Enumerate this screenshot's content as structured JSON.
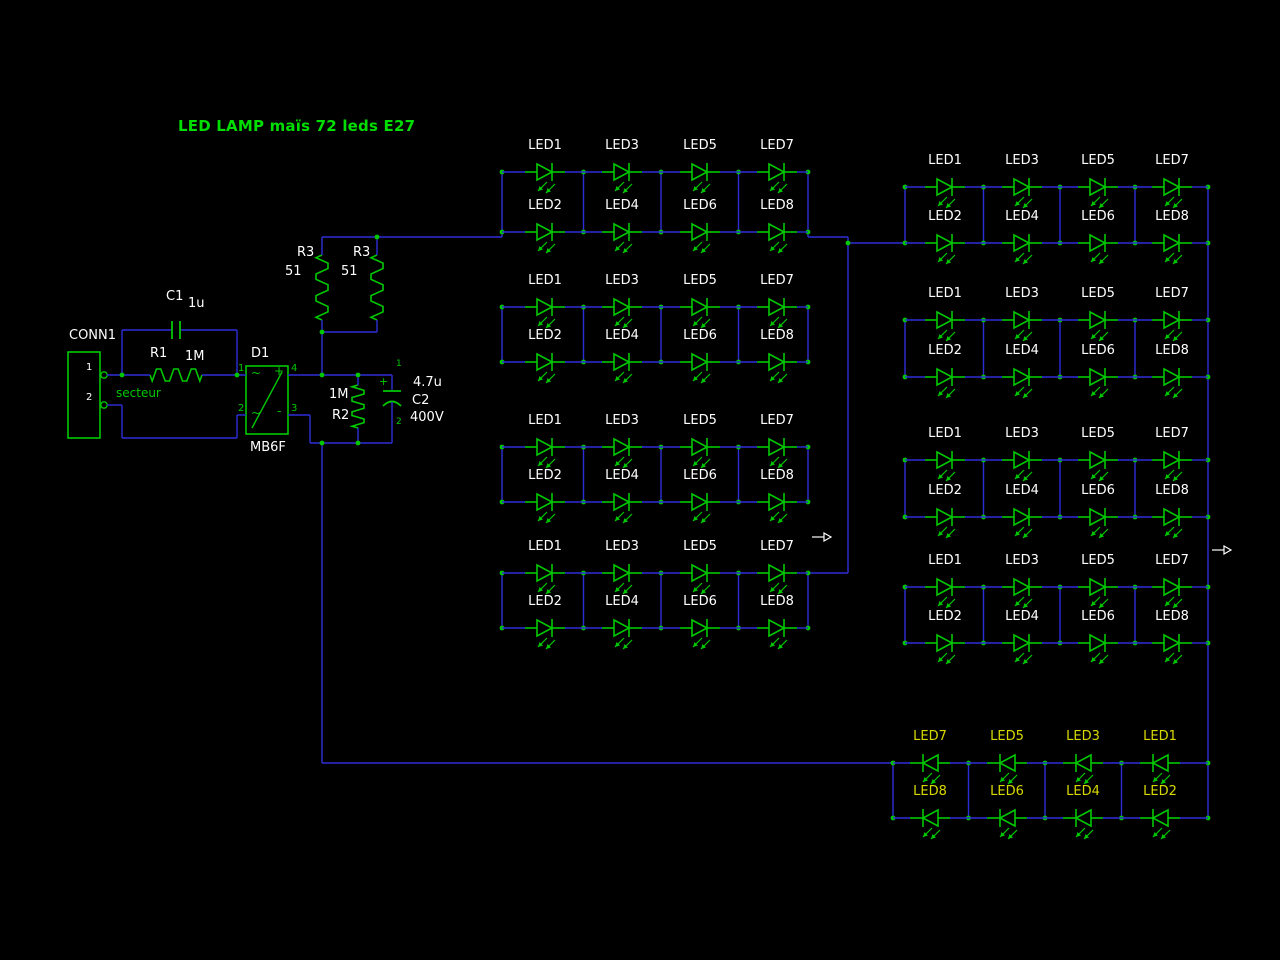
{
  "title": {
    "text": "LED LAMP maïs 72 leds E27"
  },
  "colors": {
    "background": "#000000",
    "wire": "#2d2dd8",
    "component": "#00c800",
    "label_white": "#ffffff",
    "label_yellow": "#d8d800",
    "title_green": "#00dd00"
  },
  "power_section": {
    "connector": {
      "ref": "CONN1",
      "pin1": "1",
      "pin2": "2",
      "net_label": "secteur"
    },
    "c1": {
      "ref": "C1",
      "value": "1u"
    },
    "r1": {
      "ref": "R1",
      "value": "1M"
    },
    "bridge": {
      "ref": "D1",
      "value": "MB6F",
      "pin1": "1",
      "pin2": "2",
      "pin3": "3",
      "pin4": "4",
      "ac1": "~",
      "ac2": "~",
      "plus": "+",
      "minus": "-"
    },
    "r3a": {
      "ref": "R3",
      "value": "51"
    },
    "r3b": {
      "ref": "R3",
      "value": "51"
    },
    "r2": {
      "ref": "R2",
      "value": "1M"
    },
    "c2": {
      "ref": "C2",
      "value": "4.7u",
      "rating": "400V",
      "plus": "+",
      "pin1": "1",
      "pin2": "2"
    }
  },
  "led_labels": {
    "std_top": [
      "LED1",
      "LED3",
      "LED5",
      "LED7"
    ],
    "std_bottom": [
      "LED2",
      "LED4",
      "LED6",
      "LED8"
    ],
    "rev_top": [
      "LED7",
      "LED5",
      "LED3",
      "LED1"
    ],
    "rev_bottom": [
      "LED8",
      "LED6",
      "LED4",
      "LED2"
    ]
  },
  "blocks": [
    {
      "set": "std",
      "color": "white"
    },
    {
      "set": "std",
      "color": "white"
    },
    {
      "set": "std",
      "color": "white"
    },
    {
      "set": "std",
      "color": "white"
    },
    {
      "set": "std",
      "color": "white"
    },
    {
      "set": "std",
      "color": "white"
    },
    {
      "set": "std",
      "color": "white"
    },
    {
      "set": "std",
      "color": "white"
    },
    {
      "set": "rev",
      "color": "yellow"
    }
  ]
}
